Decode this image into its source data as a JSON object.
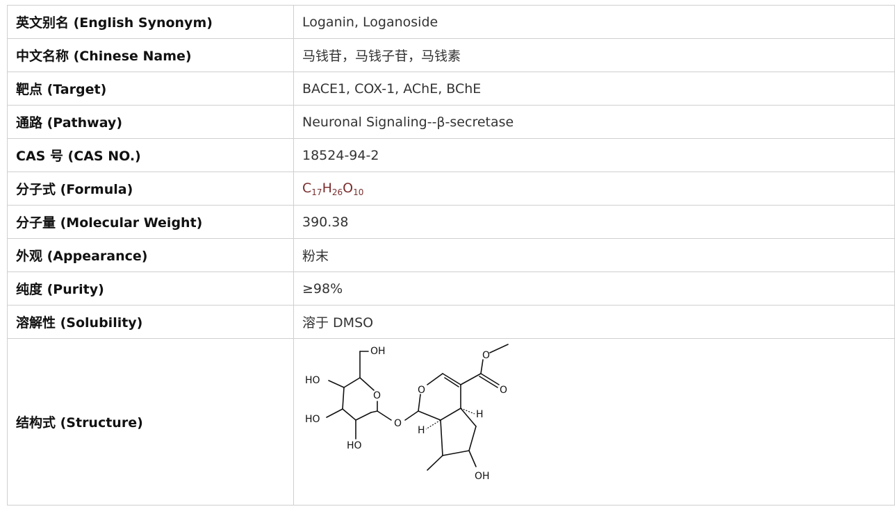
{
  "rows": [
    {
      "label": "英文别名 (English Synonym)",
      "value": "Loganin, Loganoside"
    },
    {
      "label": "中文名称 (Chinese Name)",
      "value": "马钱苷，马钱子苷，马钱素"
    },
    {
      "label": "靶点 (Target)",
      "value": "BACE1, COX-1, AChE, BChE"
    },
    {
      "label": "通路 (Pathway)",
      "value": "Neuronal Signaling--β-secretase"
    },
    {
      "label": "CAS 号 (CAS NO.)",
      "value": "18524-94-2"
    },
    {
      "label": "分子式 (Formula)",
      "formula": {
        "c": "C",
        "c_n": "17",
        "h": "H",
        "h_n": "26",
        "o": "O",
        "o_n": "10"
      }
    },
    {
      "label": "分子量 (Molecular Weight)",
      "value": "390.38"
    },
    {
      "label": "外观 (Appearance)",
      "value": "粉末"
    },
    {
      "label": "纯度 (Purity)",
      "value": "≥98%"
    },
    {
      "label": "溶解性 (Solubility)",
      "value": "溶于 DMSO"
    },
    {
      "label": "结构式 (Structure)"
    }
  ],
  "structure_labels": {
    "oh_top": "OH",
    "ho_left": "HO",
    "ho_mid": "HO",
    "ho_bottom": "HO",
    "o_ring_sugar": "O",
    "o_glyco": "O",
    "o_ring_pyran": "O",
    "o_ester": "O",
    "o_carbonyl": "O",
    "h_right": "H",
    "h_left": "H",
    "oh_bottom": "OH"
  }
}
